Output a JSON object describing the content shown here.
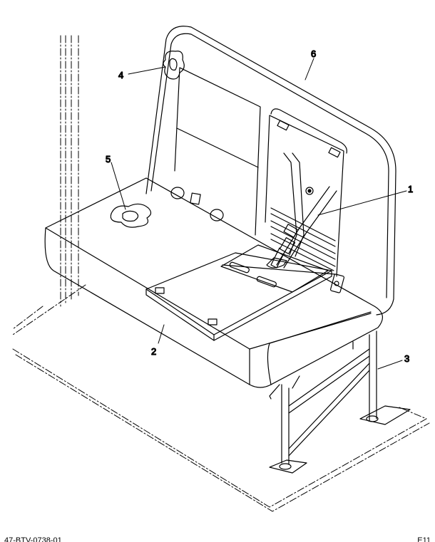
{
  "callouts": [
    {
      "id": "1",
      "label": "1"
    },
    {
      "id": "2",
      "label": "2"
    },
    {
      "id": "3",
      "label": "3"
    },
    {
      "id": "4",
      "label": "4"
    },
    {
      "id": "5",
      "label": "5"
    },
    {
      "id": "6",
      "label": "6"
    }
  ],
  "footer": {
    "figure_id": "47-BTV-0738-01",
    "page_ref": "E11"
  },
  "colors": {
    "line": "#000000",
    "background": "#ffffff"
  }
}
